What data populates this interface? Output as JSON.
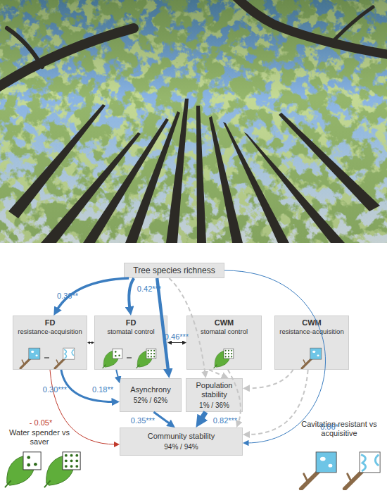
{
  "diagram": {
    "nodes": [
      {
        "text": [
          "Tree species richness"
        ]
      },
      {
        "text": [
          "FD",
          "resistance-acquisition"
        ]
      },
      {
        "text": [
          "FD",
          "stomatal control"
        ]
      },
      {
        "text": [
          "CWM",
          "stomatal control"
        ]
      },
      {
        "text": [
          "CWM",
          "resistance-acquisition"
        ]
      },
      {
        "text": [
          "Asynchrony",
          "52% / 62%"
        ]
      },
      {
        "text": [
          "Population stability",
          "1% / 36%"
        ]
      },
      {
        "text": [
          "Community stability",
          "94% / 94%"
        ]
      }
    ],
    "edges": [
      {
        "from": 0,
        "to": 1,
        "label": "0.36**",
        "arrow": "to"
      },
      {
        "from": 0,
        "to": 2,
        "label": "0.42***",
        "arrow": "to"
      },
      {
        "from": 0,
        "to": 5,
        "label": "0.46***",
        "arrow": "to"
      },
      {
        "from": 0,
        "to": 7,
        "label": "0.06*",
        "arrow": "to"
      },
      {
        "from": 0,
        "to": 6,
        "arrow": "to"
      },
      {
        "from": 1,
        "to": 2,
        "arrow": "both"
      },
      {
        "from": 2,
        "to": 3,
        "arrow": "both"
      },
      {
        "from": 1,
        "to": 5,
        "label": "0.30***",
        "arrow": "to"
      },
      {
        "from": 2,
        "to": 5,
        "label": "0.18**",
        "arrow": "to"
      },
      {
        "from": 1,
        "to": 7,
        "label": "- 0.05*",
        "arrow": "to"
      },
      {
        "from": 5,
        "to": 7,
        "label": "0.35***",
        "arrow": "to"
      },
      {
        "from": 6,
        "to": 7,
        "label": "0.82***",
        "arrow": "to"
      },
      {
        "from": 3,
        "to": 6,
        "arrow": "to"
      },
      {
        "from": 3,
        "to": 7,
        "arrow": "to"
      },
      {
        "from": 4,
        "to": 6,
        "arrow": "to"
      },
      {
        "from": 4,
        "to": 7,
        "arrow": "to"
      }
    ],
    "labels": [
      "Water spender vs saver",
      "Cavitation resistant vs acquisitive"
    ]
  }
}
